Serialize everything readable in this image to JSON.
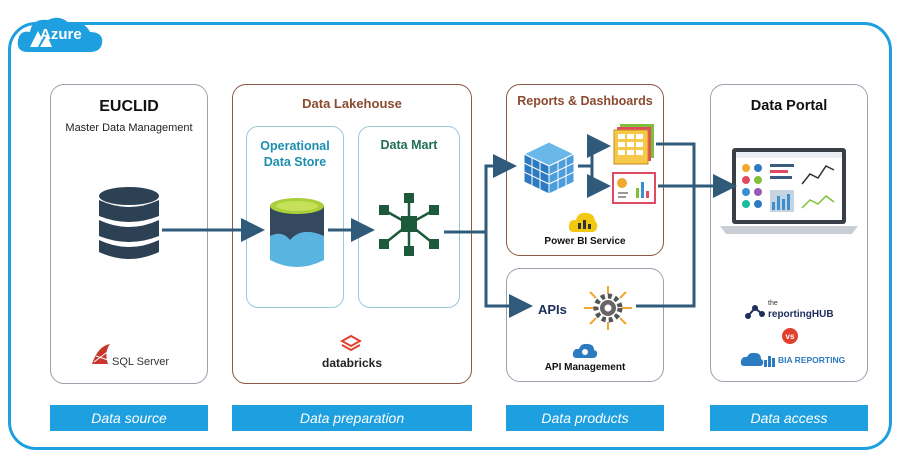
{
  "cloud": {
    "label": "Azure"
  },
  "source": {
    "title": "EUCLID",
    "subtitle": "Master Data Management",
    "logo_label": "SQL Server"
  },
  "preparation": {
    "title": "Data Lakehouse",
    "ods_title": "Operational Data Store",
    "mart_title": "Data Mart",
    "logo_label": "databricks"
  },
  "products": {
    "reports_title": "Reports & Dashboards",
    "powerbi_label": "Power BI Service",
    "apis_label": "APIs",
    "apim_label": "API Management"
  },
  "access": {
    "title": "Data Portal",
    "hub_small": "the",
    "hub_label": "reportingHUB",
    "vs_label": "vs",
    "bia_label": "BIA REPORTING"
  },
  "footers": [
    "Data source",
    "Data preparation",
    "Data products",
    "Data access"
  ],
  "colors": {
    "azure": "#1ea0e0",
    "arrow": "#2f5a7a",
    "brown_title": "#8c4a2f",
    "teal": "#1c8fb0"
  }
}
